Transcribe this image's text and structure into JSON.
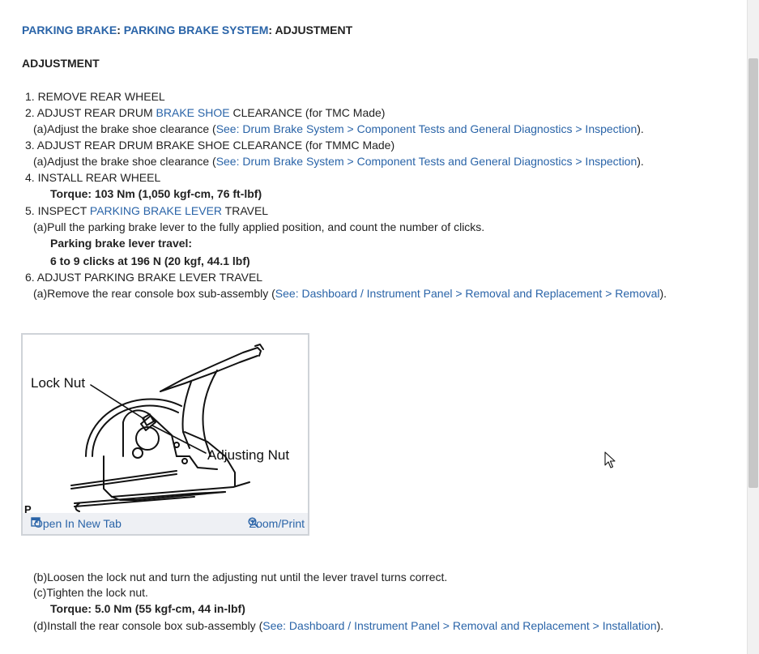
{
  "breadcrumb": {
    "part1": "PARKING BRAKE",
    "sep1": ": ",
    "part2": "PARKING BRAKE SYSTEM",
    "sep2": ": ",
    "current": "ADJUSTMENT"
  },
  "section_title": "ADJUSTMENT",
  "steps": {
    "s1": "1. REMOVE REAR WHEEL",
    "s2_pre": "2. ADJUST REAR DRUM ",
    "s2_link": "BRAKE SHOE",
    "s2_post": " CLEARANCE (for TMC Made)",
    "s2a_pre": "(a)Adjust the brake shoe clearance (",
    "s2a_link": "See: Drum Brake System > Component Tests and General Diagnostics > Inspection",
    "s2a_post": ").",
    "s3": "3. ADJUST REAR DRUM BRAKE SHOE CLEARANCE (for TMMC Made)",
    "s3a_pre": "(a)Adjust the brake shoe clearance (",
    "s3a_link": "See: Drum Brake System > Component Tests and General Diagnostics > Inspection",
    "s3a_post": ").",
    "s4": "4. INSTALL REAR WHEEL",
    "s4_torque": "Torque: 103 Nm (1,050 kgf-cm, 76 ft-lbf)",
    "s5_pre": "5. INSPECT ",
    "s5_link": "PARKING BRAKE LEVER",
    "s5_post": " TRAVEL",
    "s5a": "(a)Pull the parking brake lever to the fully applied position, and count the number of clicks.",
    "s5_spec_title": "Parking brake lever travel:",
    "s5_spec_value": "6 to 9 clicks at 196 N (20 kgf, 44.1 lbf)",
    "s6": "6. ADJUST PARKING BRAKE LEVER TRAVEL",
    "s6a_pre": "(a)Remove the rear console box sub-assembly (",
    "s6a_link": "See: Dashboard / Instrument Panel > Removal and Replacement > Removal",
    "s6a_post": ").",
    "s6b": "(b)Loosen the lock nut and turn the adjusting nut until the lever travel turns correct.",
    "s6c": "(c)Tighten the lock nut.",
    "s6c_torque": "Torque: 5.0 Nm (55 kgf-cm, 44 in-lbf)",
    "s6d_pre": "(d)Install the rear console box sub-assembly (",
    "s6d_link": "See: Dashboard / Instrument Panel > Removal and Replacement > Installation",
    "s6d_post": ")."
  },
  "figure": {
    "label_lock_nut": "Lock Nut",
    "label_adjusting_nut": "Adjusting Nut",
    "corner_mark": "P",
    "open_tab_label": "Open In New Tab",
    "zoom_label": "Zoom/Print"
  },
  "icons": {
    "open_tab": "open-new-tab-icon",
    "zoom": "magnifier-icon",
    "cursor": "mouse-pointer-icon"
  },
  "colors": {
    "link": "#2a64a8",
    "text": "#222222",
    "figure_bar": "#eef0f4"
  }
}
